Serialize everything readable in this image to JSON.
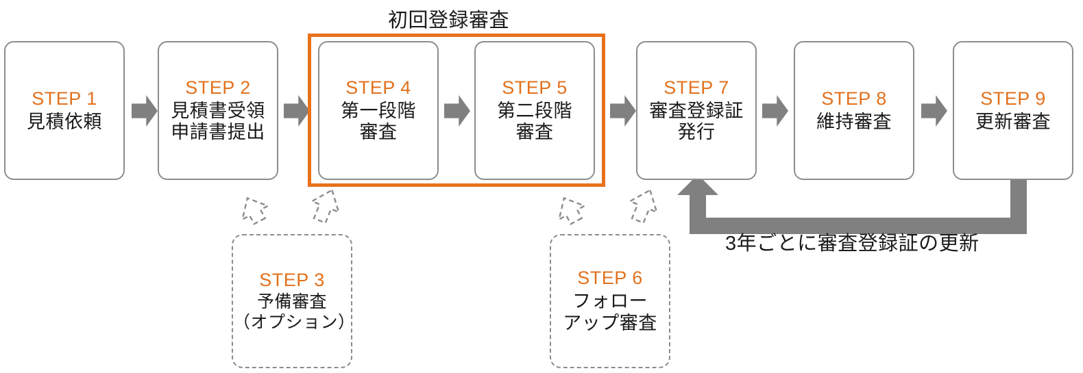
{
  "diagram": {
    "title_caption": "初回登録審査",
    "loop_caption": "3年ごとに審査登録証の更新",
    "accent_color": "#E2711D",
    "highlight_color": "#E8711A",
    "arrow_color": "#808080",
    "box_border_color": "#8C8C8C"
  },
  "steps": [
    {
      "label": "STEP 1",
      "title": "見積依頼",
      "optional": false
    },
    {
      "label": "STEP 2",
      "title": "見積書受領\n申請書提出",
      "optional": false
    },
    {
      "label": "STEP 3",
      "title": "予備審査\n（オプション）",
      "optional": true
    },
    {
      "label": "STEP 4",
      "title": "第一段階\n審査",
      "optional": false
    },
    {
      "label": "STEP 5",
      "title": "第二段階\n審査",
      "optional": false
    },
    {
      "label": "STEP 6",
      "title": "フォロー\nアップ審査",
      "optional": true
    },
    {
      "label": "STEP 7",
      "title": "審査登録証\n発行",
      "optional": false
    },
    {
      "label": "STEP 8",
      "title": "維持審査",
      "optional": false
    },
    {
      "label": "STEP 9",
      "title": "更新審査",
      "optional": false
    }
  ],
  "connectors": {
    "flow_arrow_icon": "arrow-right-icon",
    "optional_arrow_icon": "dashed-block-arrow-icon",
    "loop_arrow_icon": "loop-arrow-up-icon"
  }
}
